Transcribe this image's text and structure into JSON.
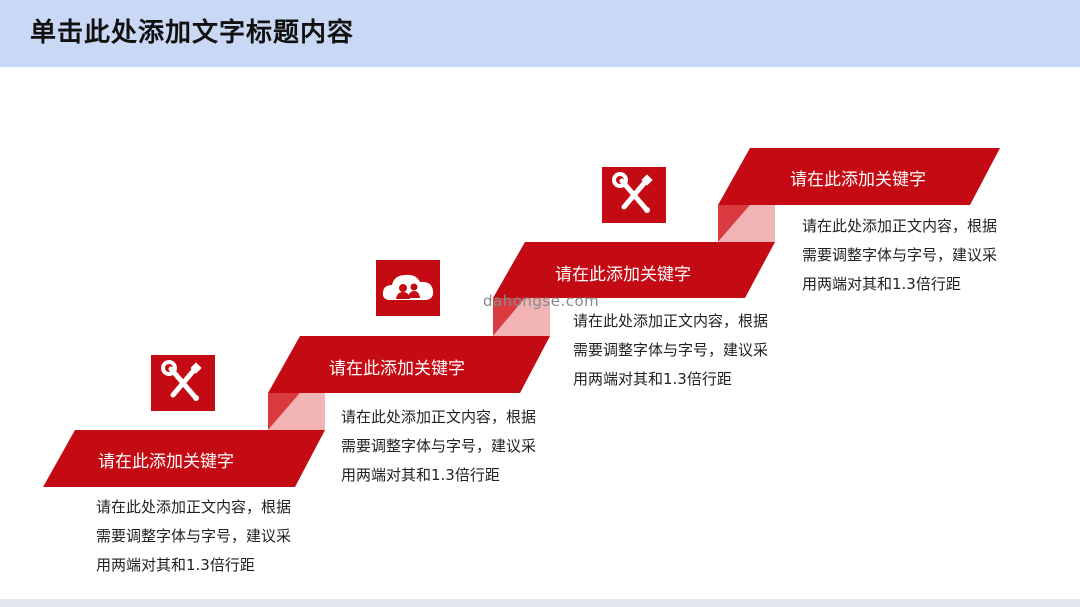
{
  "header": {
    "title": "单击此处添加文字标题内容"
  },
  "colors": {
    "accent": "#c40a12",
    "fold_dark": "#d93a3f",
    "fold_light": "#f2b3b5",
    "header_bg": "#c9d8f5"
  },
  "steps": [
    {
      "keyword": "请在此添加关键字",
      "icon": "tools-icon",
      "body": "请在此处添加正文内容，根据需要调整字体与字号，建议采用两端对其和1.3倍行距"
    },
    {
      "keyword": "请在此添加关键字",
      "icon": "cloud-people-icon",
      "body": "请在此处添加正文内容，根据需要调整字体与字号，建议采用两端对其和1.3倍行距"
    },
    {
      "keyword": "请在此添加关键字",
      "icon": "tools-icon",
      "body": "请在此处添加正文内容，根据需要调整字体与字号，建议采用两端对其和1.3倍行距"
    },
    {
      "keyword": "请在此添加关键字",
      "body": "请在此处添加正文内容，根据需要调整字体与字号，建议采用两端对其和1.3倍行距"
    }
  ],
  "watermark": "dahongse.com"
}
